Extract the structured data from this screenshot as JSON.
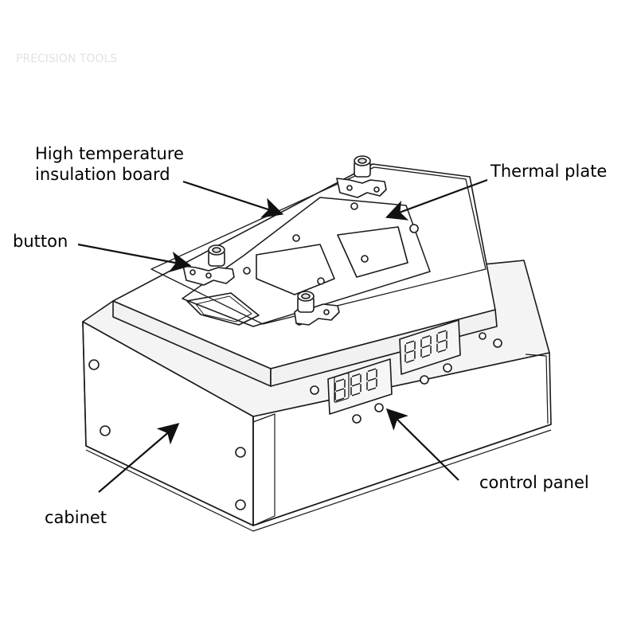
{
  "watermark": "PRECISION TOOLS",
  "labels": {
    "insulation_board_line1": "High temperature",
    "insulation_board_line2": "insulation board",
    "thermal_plate": "Thermal plate",
    "button": "button",
    "control_panel": "control panel",
    "cabinet": "cabinet"
  },
  "colors": {
    "line": "#1a1a1a",
    "fill": "#ffffff",
    "shade": "#f1f1f1"
  }
}
